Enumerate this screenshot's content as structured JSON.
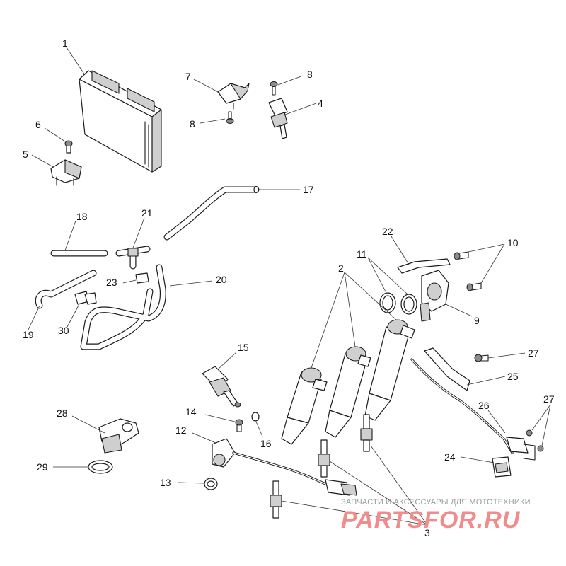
{
  "diagram": {
    "callouts": [
      "1",
      "2",
      "3",
      "4",
      "5",
      "6",
      "7",
      "8",
      "8",
      "9",
      "10",
      "11",
      "12",
      "13",
      "14",
      "15",
      "16",
      "17",
      "18",
      "19",
      "20",
      "21",
      "22",
      "23",
      "24",
      "25",
      "26",
      "27",
      "27",
      "28",
      "29",
      "30"
    ]
  },
  "watermark": {
    "tagline": "ЗАПЧАСТИ И АКСЕССУАРЫ ДЛЯ МОТОТЕХНИКИ",
    "logo": "PARTSFOR.RU"
  }
}
